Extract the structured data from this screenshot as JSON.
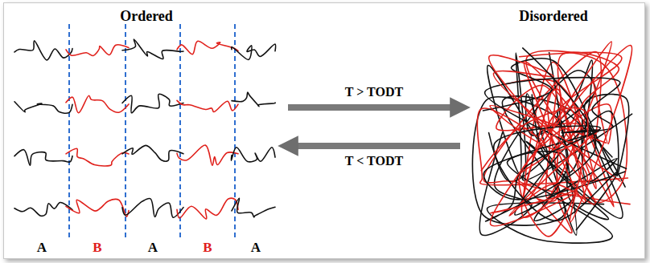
{
  "diagram": {
    "nodes": [
      {
        "text": [
          "Ordered"
        ]
      },
      {
        "text": [
          "Disordered"
        ]
      }
    ],
    "edges": [
      {
        "from": 0,
        "to": 1,
        "arrow": "to",
        "label": "T > TODT"
      },
      {
        "from": 1,
        "to": 0,
        "arrow": "to",
        "label": "T < TODT"
      }
    ],
    "labels": [
      "A",
      "B",
      "A",
      "B",
      "A"
    ]
  }
}
